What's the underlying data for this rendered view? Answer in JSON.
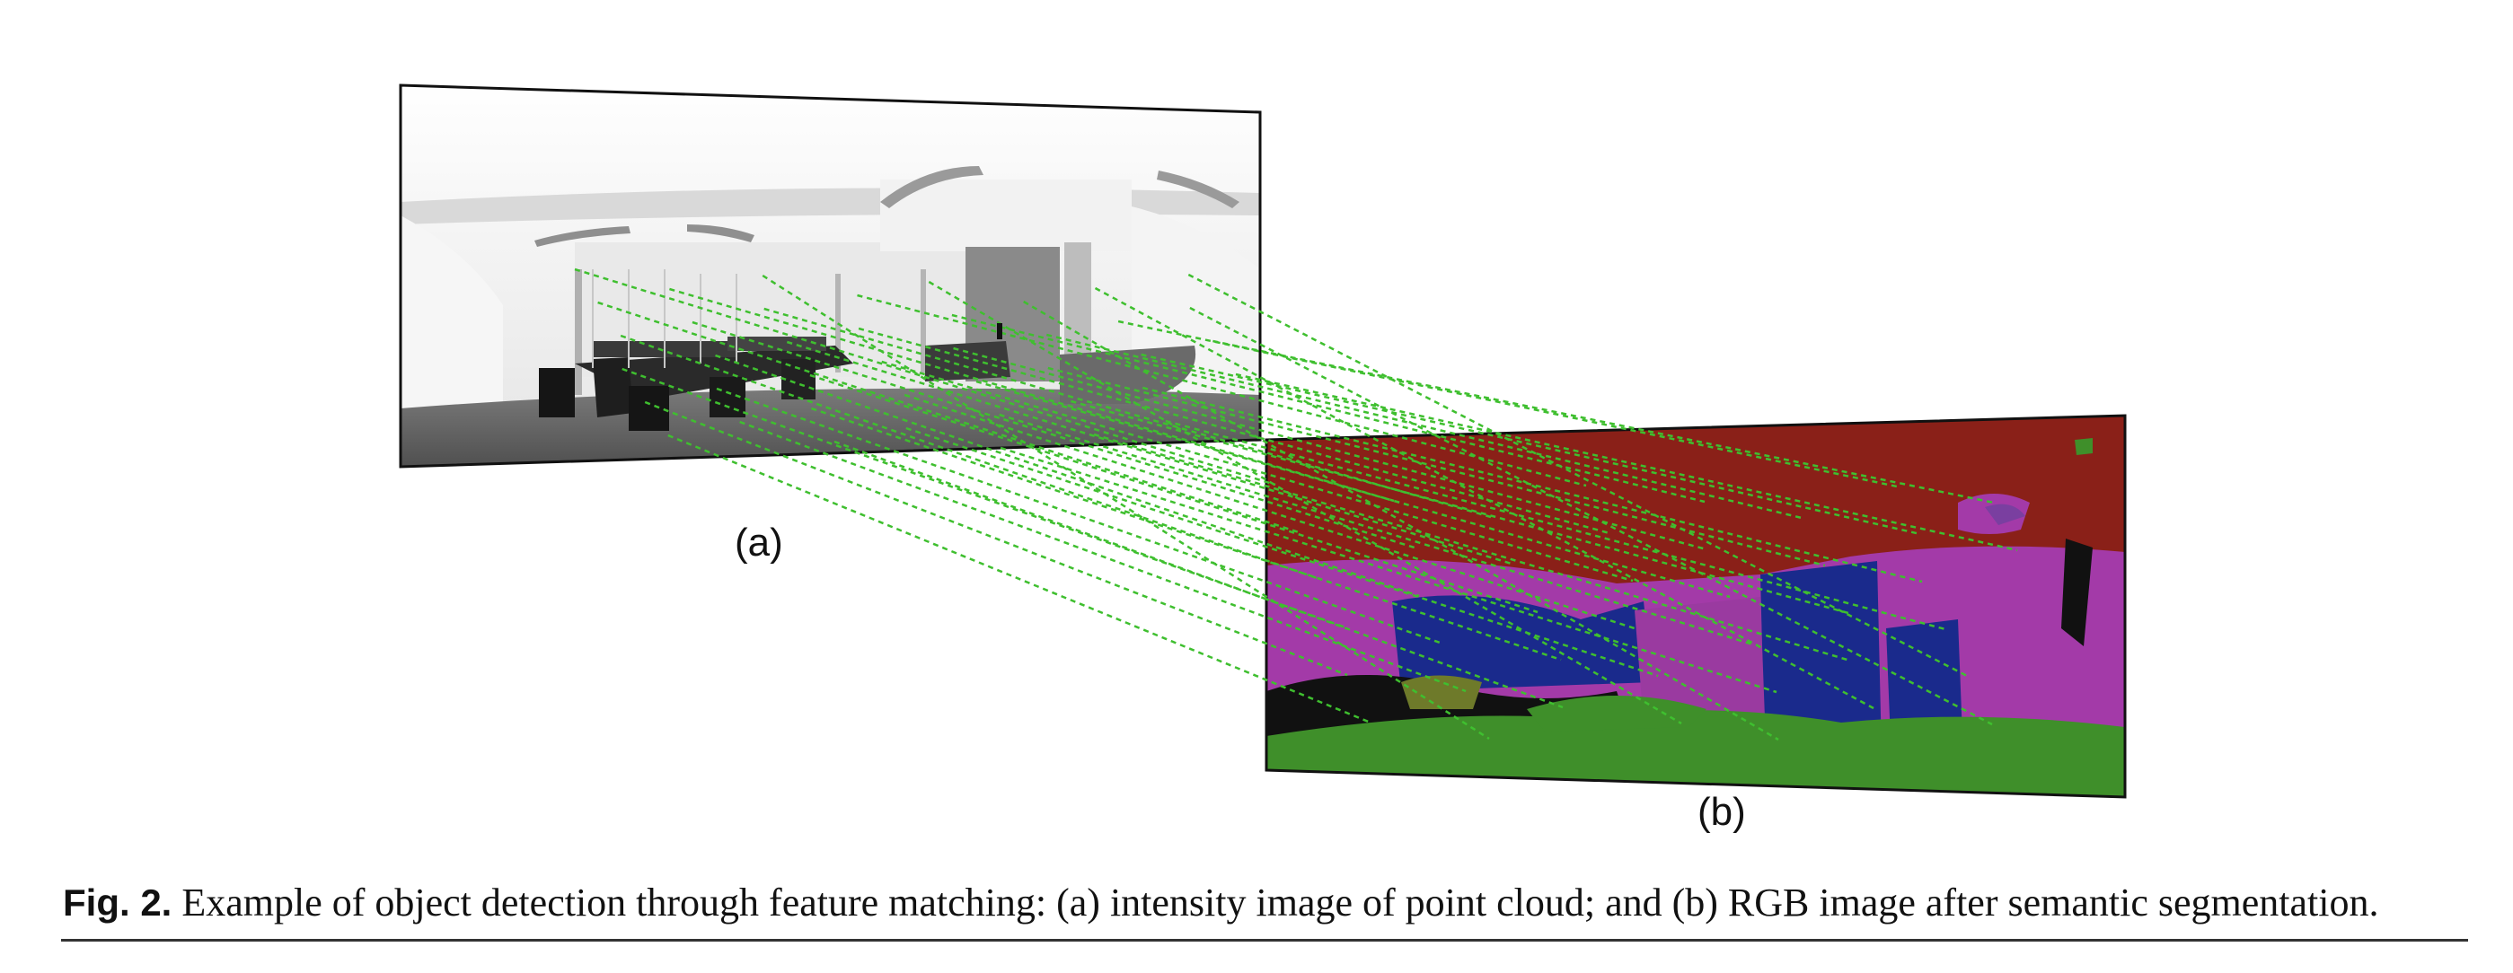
{
  "panels": {
    "a_label": "(a)",
    "b_label": "(b)"
  },
  "caption": {
    "number": "Fig. 2.",
    "text": "Example of object detection through feature matching: (a) intensity image of point cloud; and (b) RGB image after semantic segmentation."
  },
  "colors": {
    "match_lines": "#3fbf2f",
    "segment_ceiling": "#8a2018",
    "segment_wall": "#a33aa8",
    "segment_floor": "#3f8f2a",
    "segment_furniture": "#1a2a8c",
    "segment_other": "#111111"
  }
}
